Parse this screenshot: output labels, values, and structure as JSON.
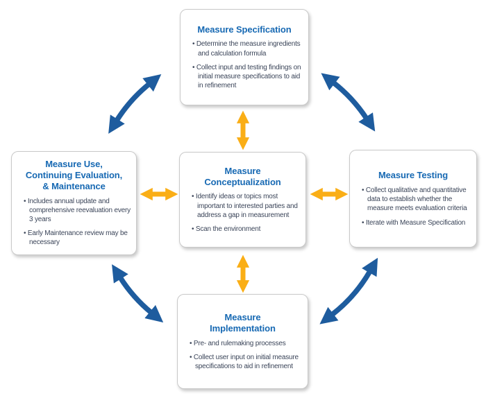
{
  "diagram": {
    "name": "Measure Lifecycle Diagram",
    "colors": {
      "cycle_arrow_blue": "#1e5c9e",
      "spoke_arrow_orange": "#faae16",
      "title_blue": "#1769b3",
      "body_text": "#3b4559",
      "box_border": "#c9c9c9",
      "background": "#ffffff"
    },
    "boxes": {
      "specification": {
        "title": "Measure Specification",
        "title_lines": [
          "Measure Specification"
        ],
        "bullets": [
          "Determine the measure ingredients and calculation formula",
          "Collect input and testing findings on initial measure specifications to aid in refinement"
        ]
      },
      "use_maintenance": {
        "title": "Measure Use, Continuing Evaluation, & Maintenance",
        "title_lines": [
          "Measure Use,",
          "Continuing Evaluation,",
          "& Maintenance"
        ],
        "bullets": [
          "Includes annual update and comprehensive reevaluation every 3 years",
          "Early Maintenance review may be necessary"
        ]
      },
      "conceptualization": {
        "title": "Measure Conceptualization",
        "title_lines": [
          "Measure",
          "Conceptualization"
        ],
        "bullets": [
          "Identify ideas or topics most important to interested parties and address a gap in measurement",
          "Scan the environment"
        ]
      },
      "testing": {
        "title": "Measure Testing",
        "title_lines": [
          "Measure Testing"
        ],
        "bullets": [
          "Collect qualitative and quantitative data to establish whether the measure meets evaluation criteria",
          "Iterate with Measure Specification"
        ]
      },
      "implementation": {
        "title": "Measure Implementation",
        "title_lines": [
          "Measure",
          "Implementation"
        ],
        "bullets": [
          "Pre- and rulemaking processes",
          "Collect user input on initial measure specifications to aid in refinement"
        ]
      }
    },
    "arrows": {
      "outer_cycle": "four blue curved double-headed arrows between outer boxes",
      "spokes": "four orange straight double-headed arrows between center box and outer boxes"
    }
  }
}
